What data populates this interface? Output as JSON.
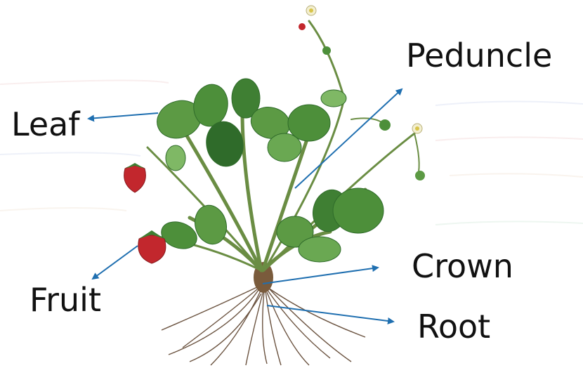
{
  "labels": {
    "leaf": "Leaf",
    "peduncle": "Peduncle",
    "fruit": "Fruit",
    "crown": "Crown",
    "root": "Root"
  },
  "colors": {
    "arrow": "#1f6fb0",
    "leaf_dark": "#2f6b2a",
    "leaf_mid": "#4d8f3a",
    "leaf_light": "#7fb865",
    "stem": "#6a8d43",
    "berry": "#c2272d",
    "root": "#6b5340"
  }
}
